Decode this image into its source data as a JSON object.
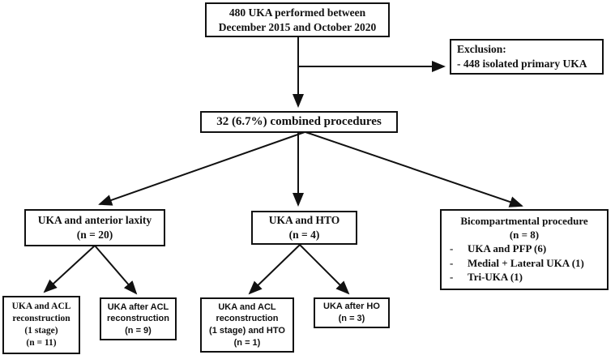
{
  "figure": {
    "background": "#ffffff",
    "ink": "#111111",
    "nodes": {
      "total": {
        "lines": [
          "480 UKA performed between",
          "December 2015 and October 2020"
        ]
      },
      "exclusion": {
        "lines": [
          "Exclusion:",
          "- 448 isolated primary UKA"
        ]
      },
      "combined": {
        "label": "32 (6.7%) combined procedures"
      },
      "anterior_laxity": {
        "title": "UKA and anterior laxity",
        "count": "(n = 20)"
      },
      "uka_hto": {
        "title": "UKA and HTO",
        "count": "(n = 4)"
      },
      "bicompartmental": {
        "title": "Bicompartmental procedure",
        "count": "(n = 8)",
        "bullet": "-",
        "items": [
          "UKA and PFP (6)",
          "Medial + Lateral UKA (1)",
          "Tri-UKA (1)"
        ]
      },
      "acl_one_stage": {
        "lines": [
          "UKA and ACL",
          "reconstruction",
          "(1 stage)",
          "(n = 11)"
        ]
      },
      "acl_after": {
        "lines": [
          "UKA after ACL",
          "reconstruction",
          "(n = 9)"
        ]
      },
      "acl_hto": {
        "lines": [
          "UKA and ACL",
          "reconstruction",
          "(1 stage) and HTO",
          "(n = 1)"
        ]
      },
      "after_ho": {
        "lines": [
          "UKA after HO",
          "(n = 3)"
        ]
      }
    }
  }
}
